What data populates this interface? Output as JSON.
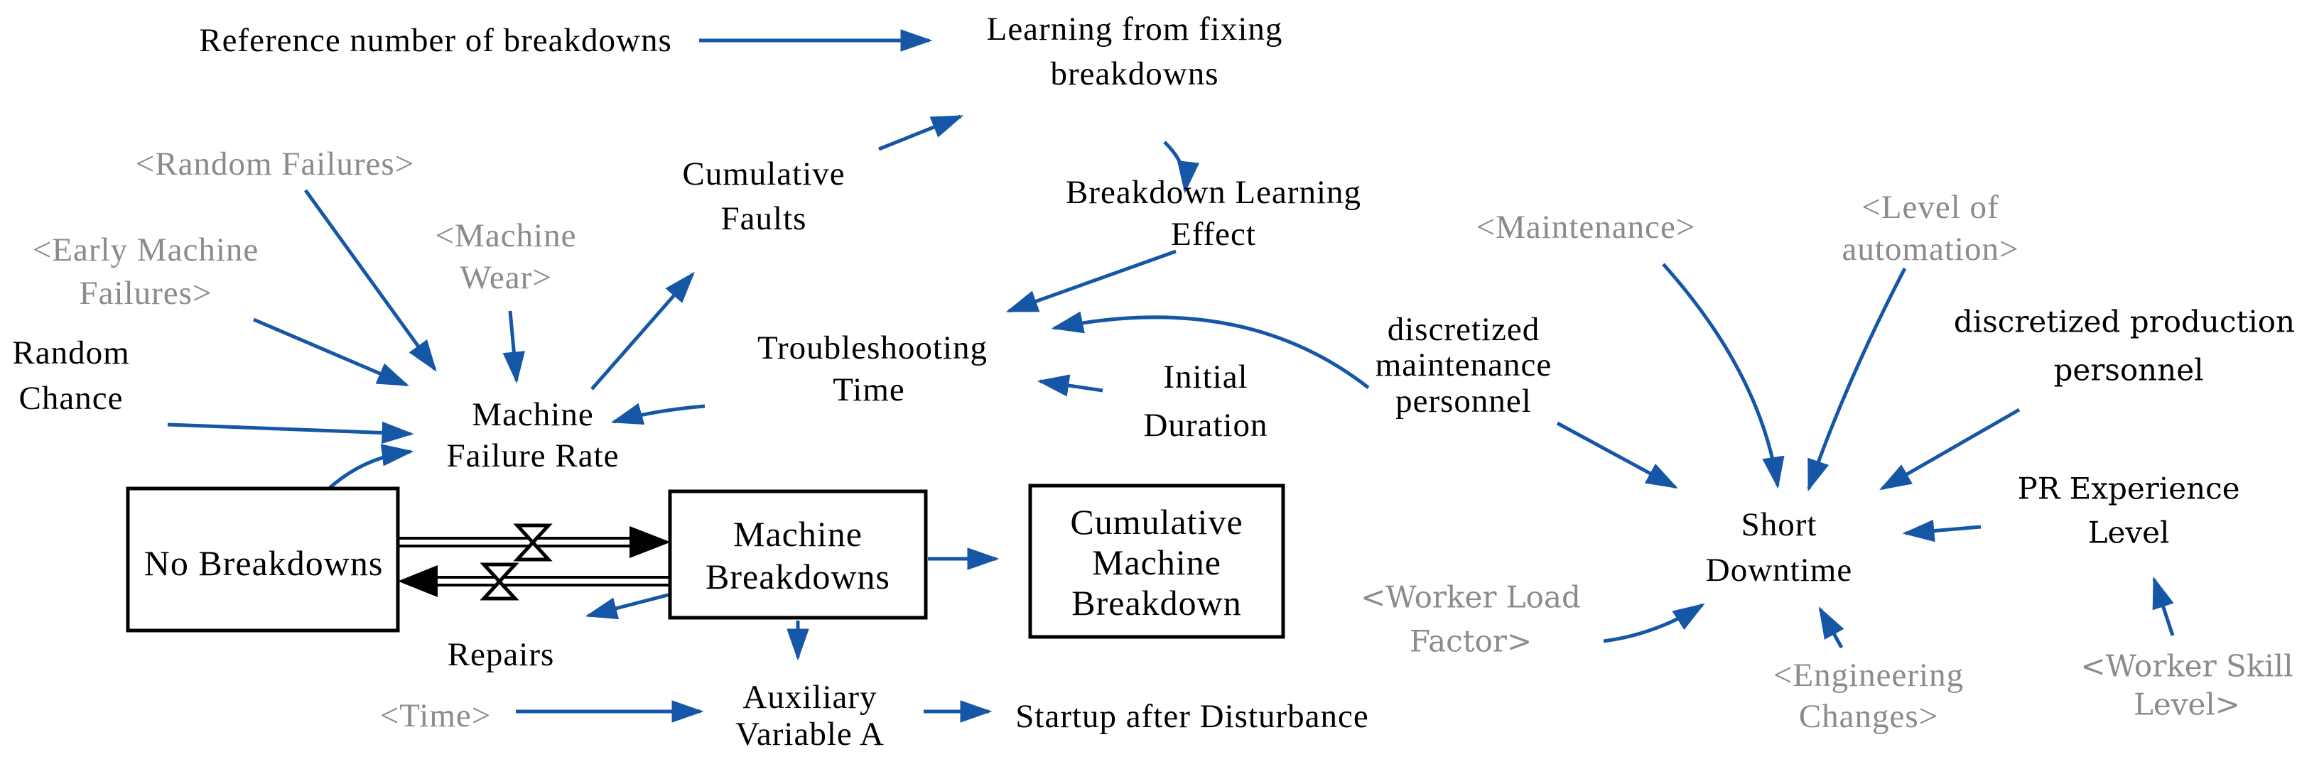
{
  "diagram": {
    "kind": "system-dynamics stock and flow diagram",
    "background": "#ffffff",
    "colors": {
      "causal_link_blue": "#1557a6",
      "shadow_variable_gray": "#8b8b8b",
      "text_black": "#000000"
    }
  },
  "nodes": {
    "reference_number_of_breakdowns": {
      "kind": "auxiliary",
      "color": "black",
      "lines": [
        "Reference number of breakdowns"
      ]
    },
    "learning_from_fixing_breakdowns": {
      "kind": "auxiliary",
      "color": "black",
      "lines": [
        "Learning from fixing",
        "breakdowns"
      ]
    },
    "random_failures": {
      "kind": "shadow",
      "color": "gray",
      "lines": [
        "<Random Failures>"
      ]
    },
    "early_machine_failures": {
      "kind": "shadow",
      "color": "gray",
      "lines": [
        "<Early Machine",
        "Failures>"
      ]
    },
    "machine_wear": {
      "kind": "shadow",
      "color": "gray",
      "lines": [
        "<Machine",
        "Wear>"
      ]
    },
    "cumulative_faults": {
      "kind": "auxiliary",
      "color": "black",
      "lines": [
        "Cumulative",
        "Faults"
      ]
    },
    "breakdown_learning_effect": {
      "kind": "auxiliary",
      "color": "black",
      "lines": [
        "Breakdown Learning",
        "Effect"
      ]
    },
    "troubleshooting_time": {
      "kind": "auxiliary",
      "color": "black",
      "lines": [
        "Troubleshooting",
        "Time"
      ]
    },
    "initial_duration": {
      "kind": "auxiliary",
      "color": "black",
      "lines": [
        "Initial",
        "Duration"
      ]
    },
    "random_chance": {
      "kind": "auxiliary",
      "color": "black",
      "lines": [
        "Random",
        "Chance"
      ]
    },
    "machine_failure_rate": {
      "kind": "flow-valve-label",
      "color": "black",
      "lines": [
        "Machine",
        "Failure Rate"
      ]
    },
    "no_breakdowns": {
      "kind": "stock",
      "color": "black",
      "lines": [
        "No Breakdowns"
      ]
    },
    "machine_breakdowns": {
      "kind": "stock",
      "color": "black",
      "lines": [
        "Machine",
        "Breakdowns"
      ]
    },
    "cumulative_machine_breakdown": {
      "kind": "stock",
      "color": "black",
      "lines": [
        "Cumulative",
        "Machine",
        "Breakdown"
      ]
    },
    "repairs": {
      "kind": "flow-valve-label",
      "color": "black",
      "lines": [
        "Repairs"
      ]
    },
    "time": {
      "kind": "shadow",
      "color": "gray",
      "lines": [
        "<Time>"
      ]
    },
    "auxiliary_variable_a": {
      "kind": "auxiliary",
      "color": "black",
      "lines": [
        "Auxiliary",
        "Variable A"
      ]
    },
    "startup_after_disturbance": {
      "kind": "auxiliary",
      "color": "black",
      "lines": [
        "Startup after Disturbance"
      ]
    },
    "discretized_maintenance_personnel": {
      "kind": "auxiliary",
      "color": "black",
      "lines": [
        "discretized",
        "maintenance",
        "personnel"
      ]
    },
    "maintenance": {
      "kind": "shadow",
      "color": "gray",
      "lines": [
        "<Maintenance>"
      ]
    },
    "level_of_automation": {
      "kind": "shadow",
      "color": "gray",
      "lines": [
        "<Level of",
        "automation>"
      ]
    },
    "discretized_production_personnel": {
      "kind": "auxiliary",
      "color": "black",
      "lines": [
        "discretized production",
        "personnel"
      ]
    },
    "pr_experience_level": {
      "kind": "auxiliary",
      "color": "black",
      "lines": [
        "PR Experience",
        "Level"
      ]
    },
    "short_downtime": {
      "kind": "auxiliary",
      "color": "black",
      "lines": [
        "Short",
        "Downtime"
      ]
    },
    "worker_load_factor": {
      "kind": "shadow",
      "color": "gray",
      "lines": [
        "<Worker Load",
        "Factor>"
      ]
    },
    "engineering_changes": {
      "kind": "shadow",
      "color": "gray",
      "lines": [
        "<Engineering",
        "Changes>"
      ]
    },
    "worker_skill_level": {
      "kind": "shadow",
      "color": "gray",
      "lines": [
        "<Worker Skill",
        "Level>"
      ]
    }
  },
  "flows": [
    {
      "from": "no_breakdowns",
      "to": "machine_breakdowns",
      "valve_label": "machine_failure_rate",
      "direction": "right"
    },
    {
      "from": "machine_breakdowns",
      "to": "no_breakdowns",
      "valve_label": "repairs",
      "direction": "left"
    }
  ],
  "connections": [
    {
      "from": "reference_number_of_breakdowns",
      "to": "learning_from_fixing_breakdowns"
    },
    {
      "from": "cumulative_faults",
      "to": "learning_from_fixing_breakdowns"
    },
    {
      "from": "learning_from_fixing_breakdowns",
      "to": "breakdown_learning_effect"
    },
    {
      "from": "breakdown_learning_effect",
      "to": "troubleshooting_time"
    },
    {
      "from": "discretized_maintenance_personnel",
      "to": "troubleshooting_time"
    },
    {
      "from": "initial_duration",
      "to": "troubleshooting_time"
    },
    {
      "from": "troubleshooting_time",
      "to": "machine_failure_rate"
    },
    {
      "from": "random_failures",
      "to": "machine_failure_rate"
    },
    {
      "from": "early_machine_failures",
      "to": "machine_failure_rate"
    },
    {
      "from": "random_chance",
      "to": "machine_failure_rate"
    },
    {
      "from": "machine_wear",
      "to": "machine_failure_rate"
    },
    {
      "from": "no_breakdowns",
      "to": "machine_failure_rate"
    },
    {
      "from": "machine_failure_rate",
      "to": "cumulative_faults"
    },
    {
      "from": "machine_breakdowns",
      "to": "repairs"
    },
    {
      "from": "machine_breakdowns",
      "to": "auxiliary_variable_a"
    },
    {
      "from": "time",
      "to": "auxiliary_variable_a"
    },
    {
      "from": "auxiliary_variable_a",
      "to": "startup_after_disturbance"
    },
    {
      "from": "machine_breakdowns",
      "to": "cumulative_machine_breakdown"
    },
    {
      "from": "maintenance",
      "to": "short_downtime"
    },
    {
      "from": "level_of_automation",
      "to": "short_downtime"
    },
    {
      "from": "discretized_maintenance_personnel",
      "to": "short_downtime"
    },
    {
      "from": "discretized_production_personnel",
      "to": "short_downtime"
    },
    {
      "from": "pr_experience_level",
      "to": "short_downtime"
    },
    {
      "from": "worker_load_factor",
      "to": "short_downtime"
    },
    {
      "from": "engineering_changes",
      "to": "short_downtime"
    },
    {
      "from": "worker_skill_level",
      "to": "pr_experience_level"
    }
  ]
}
